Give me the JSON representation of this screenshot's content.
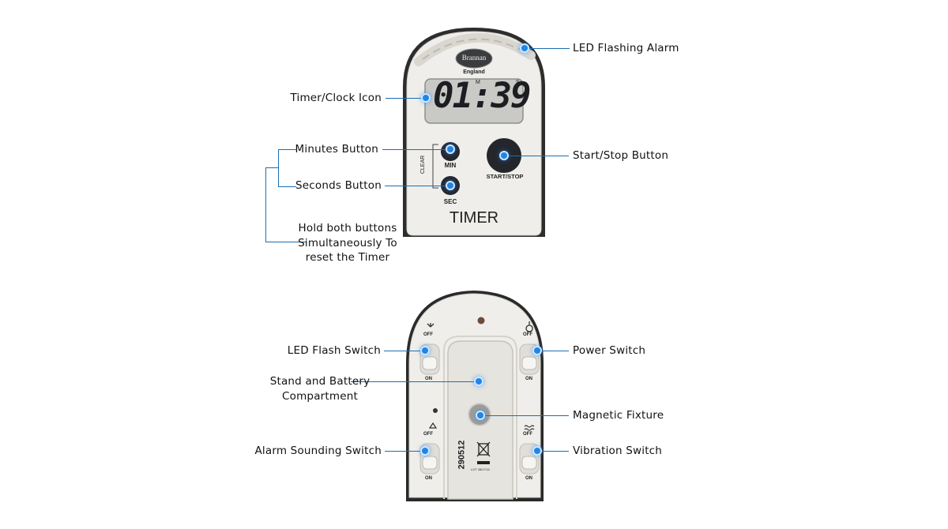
{
  "front": {
    "brand": "Brannan",
    "brand_sub": "England",
    "display": {
      "time": "01:39",
      "unit_m": "M",
      "unit_s": "S"
    },
    "buttons": {
      "min": "MIN",
      "sec": "SEC",
      "clear": "CLEAR",
      "start_stop": "START/STOP"
    },
    "product_name": "TIMER"
  },
  "back": {
    "switch_states": {
      "off": "OFF",
      "on": "ON"
    },
    "product_code": "290512",
    "lot": "LOT 28/17/11"
  },
  "callouts": {
    "led_flashing_alarm": "LED Flashing Alarm",
    "timer_clock_icon": "Timer/Clock Icon",
    "minutes_button": "Minutes Button",
    "seconds_button": "Seconds Button",
    "start_stop_button": "Start/Stop Button",
    "reset_note": "Hold both buttons Simultaneously To reset the Timer",
    "led_flash_switch": "LED Flash Switch",
    "power_switch": "Power Switch",
    "stand_battery": "Stand and Battery Compartment",
    "magnetic_fixture": "Magnetic Fixture",
    "alarm_sounding_switch": "Alarm Sounding Switch",
    "vibration_switch": "Vibration Switch"
  },
  "colors": {
    "callout_line": "#1a6fb3",
    "callout_dot": "#1f86e6",
    "device_body": "#efeeea",
    "device_shell": "#2a2a2a",
    "lcd": "#c9cac6"
  }
}
